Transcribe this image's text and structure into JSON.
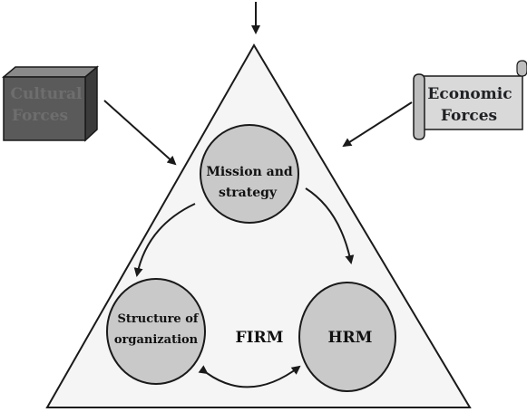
{
  "diagram": {
    "cultural_forces": {
      "line1": "Cultural",
      "line2": "Forces"
    },
    "economic_forces": {
      "line1": "Economic",
      "line2": "Forces"
    },
    "mission": {
      "line1": "Mission and",
      "line2": "strategy"
    },
    "structure": {
      "line1": "Structure of",
      "line2": "organization"
    },
    "hrm": "HRM",
    "firm": "FIRM"
  },
  "colors": {
    "circle_fill": "#c9c9c9",
    "triangle_fill": "#f5f5f5",
    "cultural_box_fill": "#5a5a5a",
    "economic_scroll_fill": "#d9d9d9",
    "stroke": "#1a1a1a"
  }
}
